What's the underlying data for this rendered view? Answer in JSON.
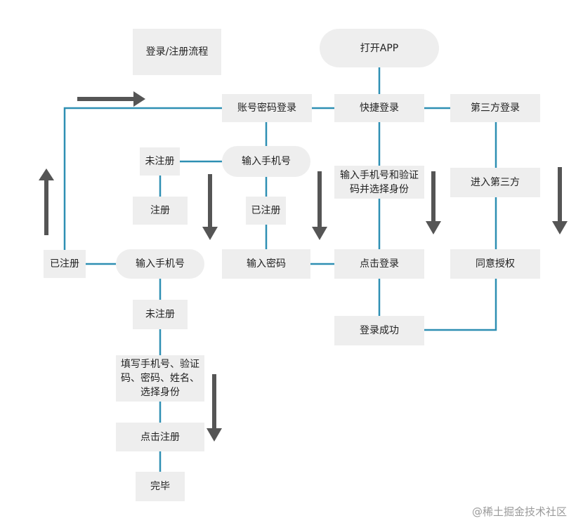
{
  "colors": {
    "line": "#2e8fb3",
    "arrow": "#555555",
    "node": "#eeeeee",
    "text": "#222222"
  },
  "nodes": {
    "title": "登录/注册流程",
    "open_app": "打开APP",
    "account_login": "账号密码登录",
    "quick_login": "快捷登录",
    "third_party_login": "第三方登录",
    "unregistered_1": "未注册",
    "enter_phone_1": "输入手机号",
    "enter_phone_code": "输入手机号和验证\n码并选择身份",
    "enter_third_party": "进入第三方",
    "register": "注册",
    "registered_1": "已注册",
    "registered_2": "已注册",
    "enter_phone_2": "输入手机号",
    "enter_password": "输入密码",
    "click_login": "点击登录",
    "agree_authorize": "同意授权",
    "unregistered_2": "未注册",
    "login_success": "登录成功",
    "fill_info": "填写手机号、验证\n码、密码、姓名、\n选择身份",
    "click_register": "点击注册",
    "done": "完毕"
  },
  "watermark": "@稀土掘金技术社区"
}
